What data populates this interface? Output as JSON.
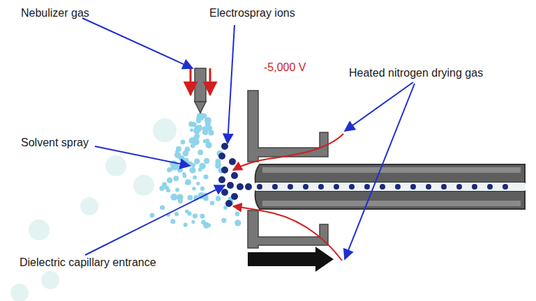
{
  "diagram": {
    "labels": [
      "Nebulizer gas",
      "Electrospray ions",
      "-5,000 V",
      "Heated nitrogen drying gas",
      "Solvent spray",
      "Dielectric capillary entrance"
    ]
  }
}
